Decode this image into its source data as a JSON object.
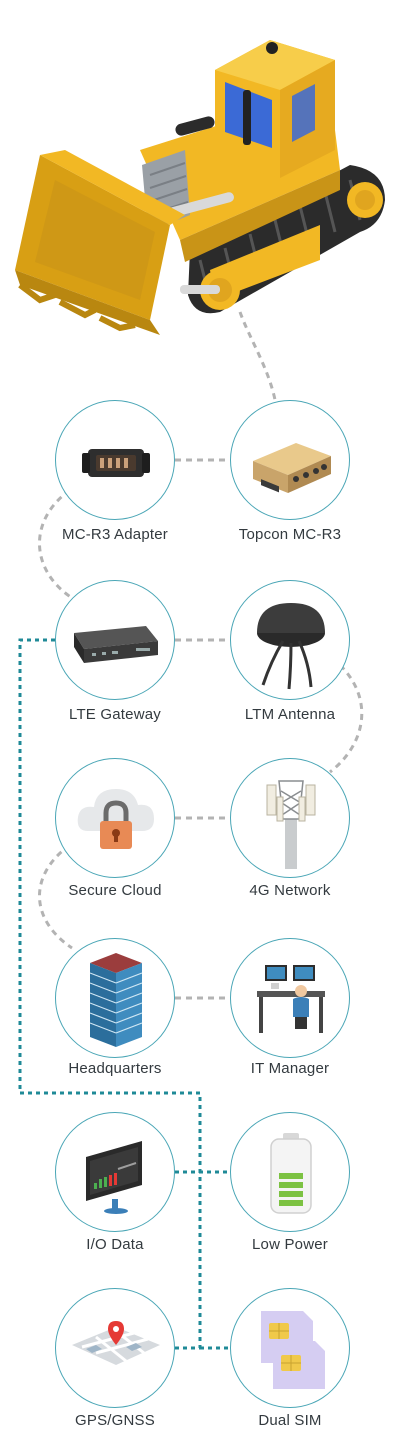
{
  "nodes": {
    "mc_r3_adapter": {
      "label": "MC-R3 Adapter",
      "icon": "adapter-connector-icon"
    },
    "topcon_mc_r3": {
      "label": "Topcon MC-R3",
      "icon": "receiver-box-icon"
    },
    "lte_gateway": {
      "label": "LTE Gateway",
      "icon": "router-gateway-icon"
    },
    "ltm_antenna": {
      "label": "LTM Antenna",
      "icon": "puck-antenna-icon"
    },
    "secure_cloud": {
      "label": "Secure Cloud",
      "icon": "cloud-lock-icon"
    },
    "network_4g": {
      "label": "4G Network",
      "icon": "cell-tower-icon"
    },
    "headquarters": {
      "label": "Headquarters",
      "icon": "office-building-icon"
    },
    "it_manager": {
      "label": "IT Manager",
      "icon": "workstation-icon"
    },
    "io_data": {
      "label": "I/O Data",
      "icon": "monitor-data-icon"
    },
    "low_power": {
      "label": "Low Power",
      "icon": "battery-icon"
    },
    "gps_gnss": {
      "label": "GPS/GNSS",
      "icon": "map-pin-icon"
    },
    "dual_sim": {
      "label": "Dual SIM",
      "icon": "sim-card-icon"
    }
  },
  "colors": {
    "circle_border": "#4aa6b6",
    "gray_connector": "#b0b0b0",
    "teal_connector": "#1f8a97",
    "bulldozer_yellow": "#f2b824",
    "label_text": "#333a3f"
  }
}
